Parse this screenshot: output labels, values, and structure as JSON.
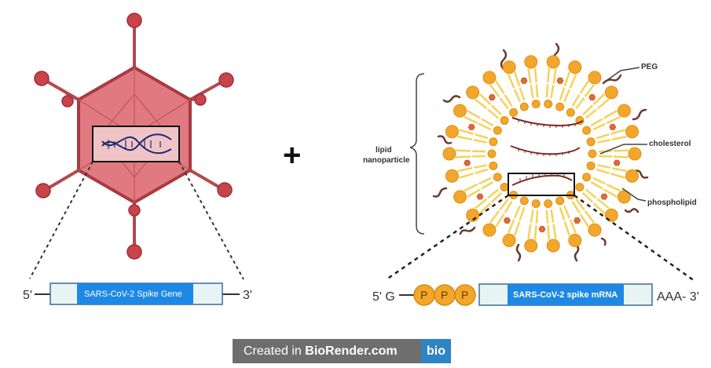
{
  "left": {
    "five_prime": "5'",
    "three_prime": "3'",
    "gene_label": "SARS-CoV-2 Spike Gene"
  },
  "operator": "+",
  "right": {
    "five_prime": "5' G",
    "phosphates": [
      "P",
      "P",
      "P"
    ],
    "mrna_label": "SARS-CoV-2 spike mRNA",
    "tail": "AAA- 3'",
    "labels": {
      "lipid_nanoparticle_line1": "lipid",
      "lipid_nanoparticle_line2": "nanoparticle",
      "peg": "PEG",
      "cholesterol": "cholesterol",
      "phospholipid": "phospholipid"
    }
  },
  "brand": {
    "prefix": "Created in ",
    "name": "BioRender.com",
    "logo": "bio"
  },
  "colors": {
    "capsid": "#d9676d",
    "capsid_dark": "#a83a42",
    "gene_bar": "#1e88e5",
    "lipid_head": "#f2a72c",
    "lipid_tail": "#f6d25a",
    "cholesterol": "#e06a3a",
    "peg": "#6b3b2e"
  }
}
